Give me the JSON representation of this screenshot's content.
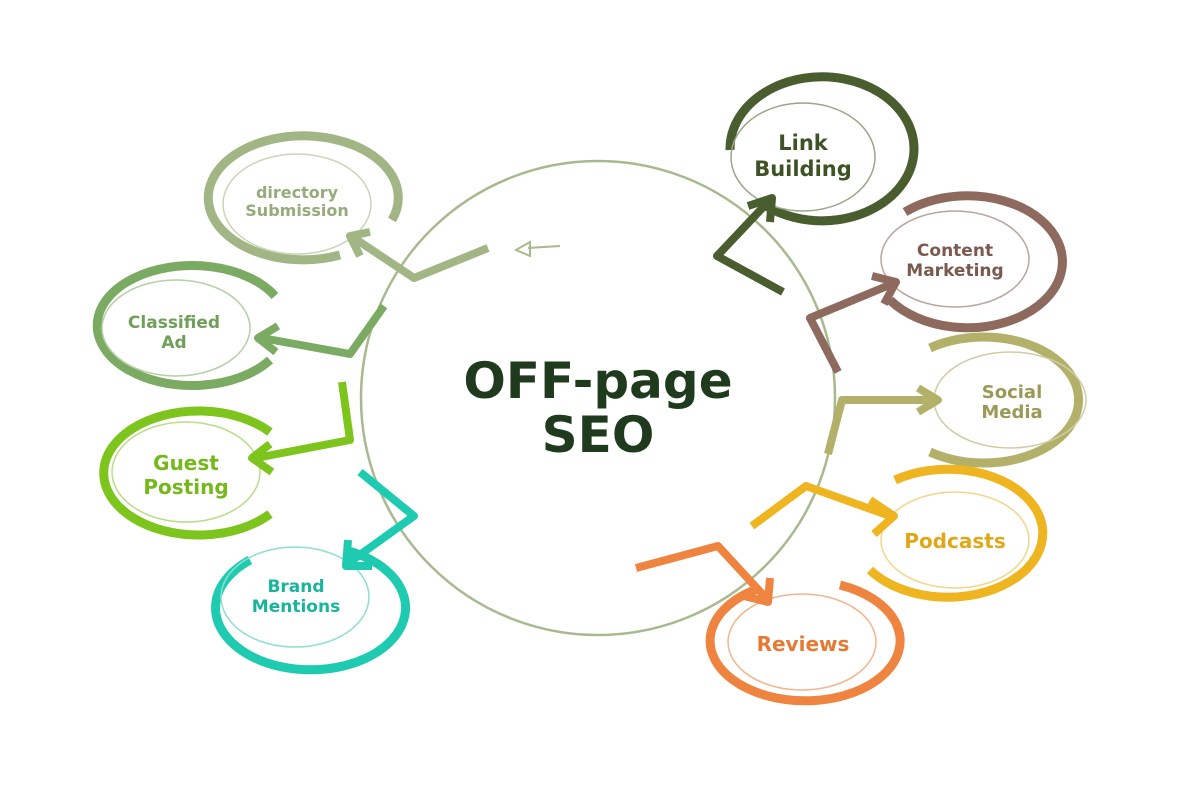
{
  "center": {
    "line1": "OFF-page",
    "line2": "SEO"
  },
  "nodes": [
    {
      "id": "link-building",
      "line1": "Link",
      "line2": "Building",
      "color": "#4a5d2e"
    },
    {
      "id": "content-marketing",
      "line1": "Content",
      "line2": "Marketing",
      "color": "#8e6a5e"
    },
    {
      "id": "social-media",
      "line1": "Social",
      "line2": "Media",
      "color": "#b3b06a"
    },
    {
      "id": "podcasts",
      "line1": "Podcasts",
      "line2": "",
      "color": "#eeb520"
    },
    {
      "id": "reviews",
      "line1": "Reviews",
      "line2": "",
      "color": "#ef8440"
    },
    {
      "id": "brand-mentions",
      "line1": "Brand",
      "line2": "Mentions",
      "color": "#1ecbb0"
    },
    {
      "id": "guest-posting",
      "line1": "Guest",
      "line2": "Posting",
      "color": "#7dc41d"
    },
    {
      "id": "classified-ad",
      "line1": "Classified",
      "line2": "Ad",
      "color": "#7bab62"
    },
    {
      "id": "directory-submission",
      "line1": "directory",
      "line2": "Submission",
      "color": "#a2b685"
    }
  ],
  "colors": {
    "center_ring": "#a9b98f",
    "title": "#1f3a1c"
  }
}
